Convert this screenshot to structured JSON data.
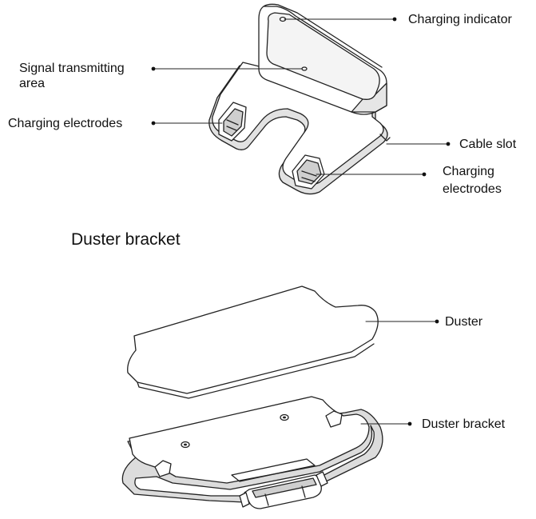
{
  "figure": {
    "labels": {
      "charging_indicator": "Charging indicator",
      "signal_area_line1": "Signal transmitting",
      "signal_area_line2": "area",
      "charging_electrodes_left": "Charging electrodes",
      "cable_slot": "Cable slot",
      "charging_electrodes_right_line1": "Charging",
      "charging_electrodes_right_line2": "electrodes",
      "duster_section_title": "Duster bracket",
      "duster": "Duster",
      "duster_bracket": "Duster bracket"
    },
    "colors": {
      "stroke": "#222222",
      "fill": "#ffffff",
      "shade": "#d9d9d9",
      "text": "#111111"
    }
  }
}
